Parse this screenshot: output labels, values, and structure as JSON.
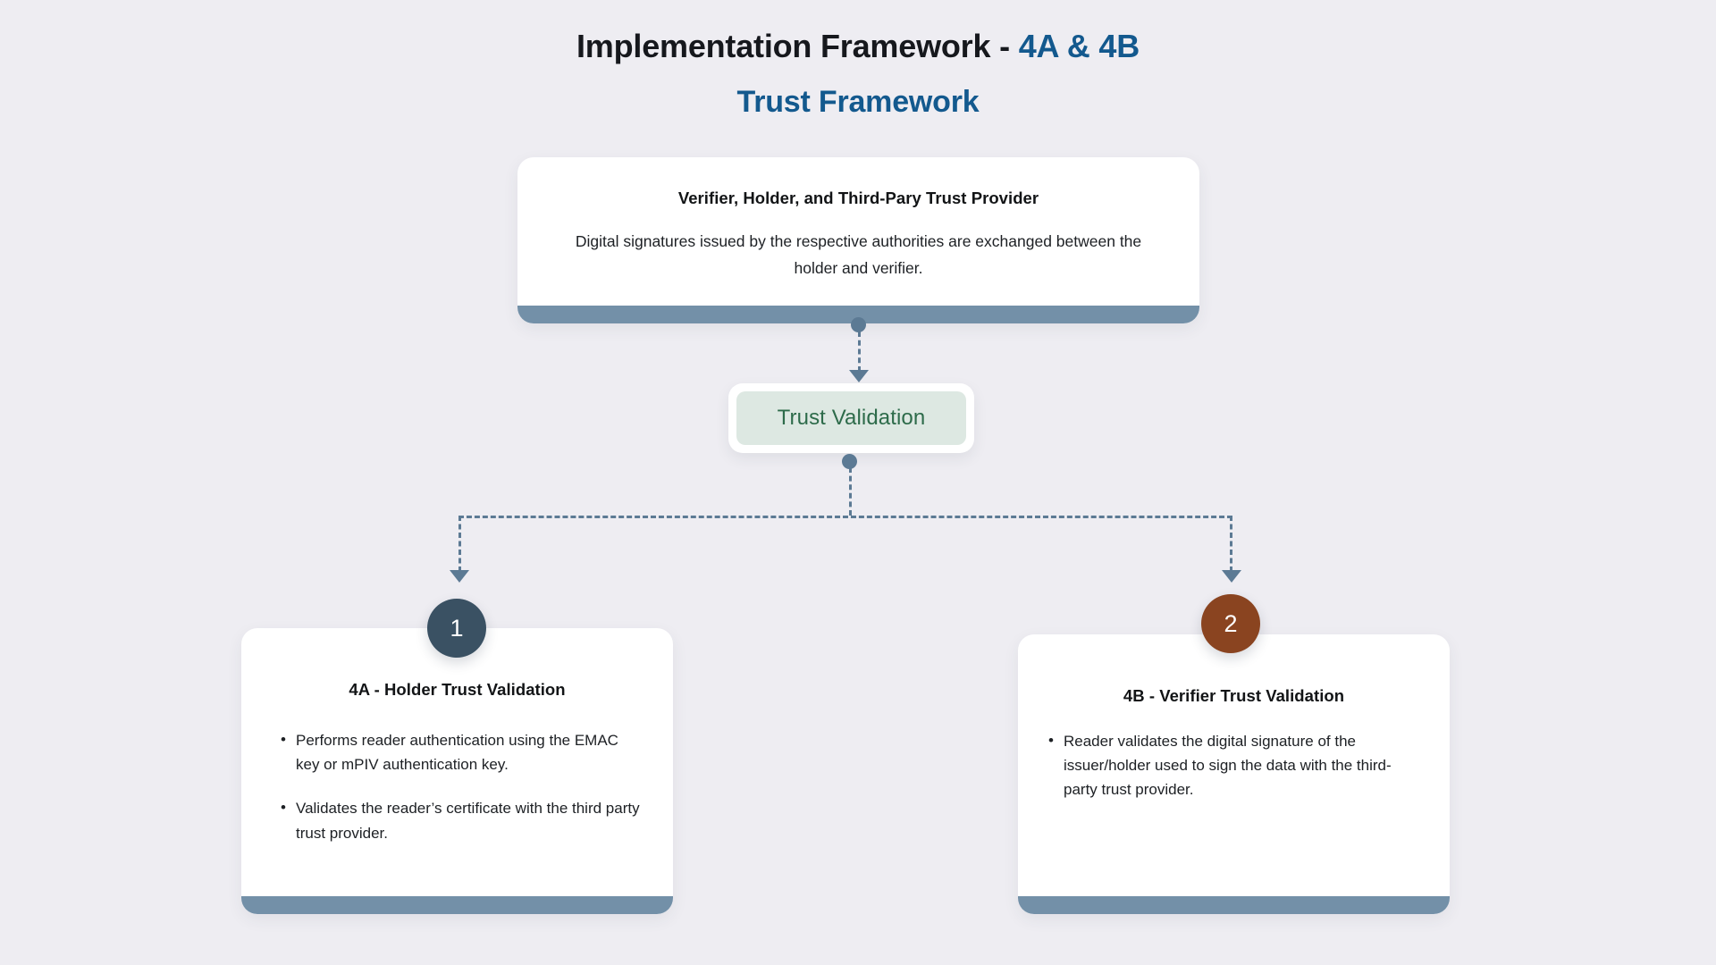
{
  "page": {
    "background_color": "#eeedf2"
  },
  "header": {
    "title_prefix": "Implementation Framework - ",
    "title_accent": "4A & 4B",
    "subtitle": "Trust Framework",
    "accent_color": "#13598e"
  },
  "top_card": {
    "heading": "Verifier, Holder, and  Third-Pary Trust Provider",
    "body": "Digital signatures issued by the respective authorities are exchanged between the holder and verifier.",
    "bar_color": "#7390a8"
  },
  "trust_node": {
    "label": "Trust Validation",
    "text_color": "#2d6b4a",
    "fill_color": "#dde8e2"
  },
  "steps": [
    {
      "badge": "1",
      "badge_color": "#3a5163",
      "heading": "4A -  Holder Trust Validation",
      "bullets": [
        "Performs reader authentication using the EMAC key or mPIV authentication key.",
        "Validates the reader’s  certificate with the third party trust provider."
      ]
    },
    {
      "badge": "2",
      "badge_color": "#8a4420",
      "heading": "4B -  Verifier Trust Validation",
      "bullets": [
        "Reader validates the digital signature of the issuer/holder used to sign the data with the third-party trust provider."
      ]
    }
  ],
  "connectors": {
    "line_color": "#5c7a94",
    "style": "dashed"
  }
}
